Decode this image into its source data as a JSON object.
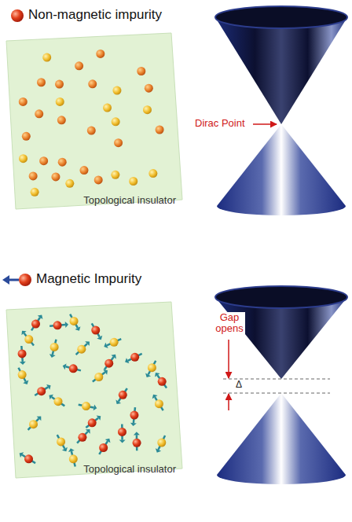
{
  "diagram": {
    "nodes": [
      {
        "text": [
          "Topological insulator"
        ]
      },
      {
        "text": [
          "Topological insulator"
        ]
      }
    ],
    "labels": [
      "Dirac Point",
      "Gap opens",
      "Δ"
    ],
    "legend": [
      {
        "text": "Non-magnetic impurity"
      },
      {
        "text": "Magnetic Impurity"
      }
    ]
  }
}
